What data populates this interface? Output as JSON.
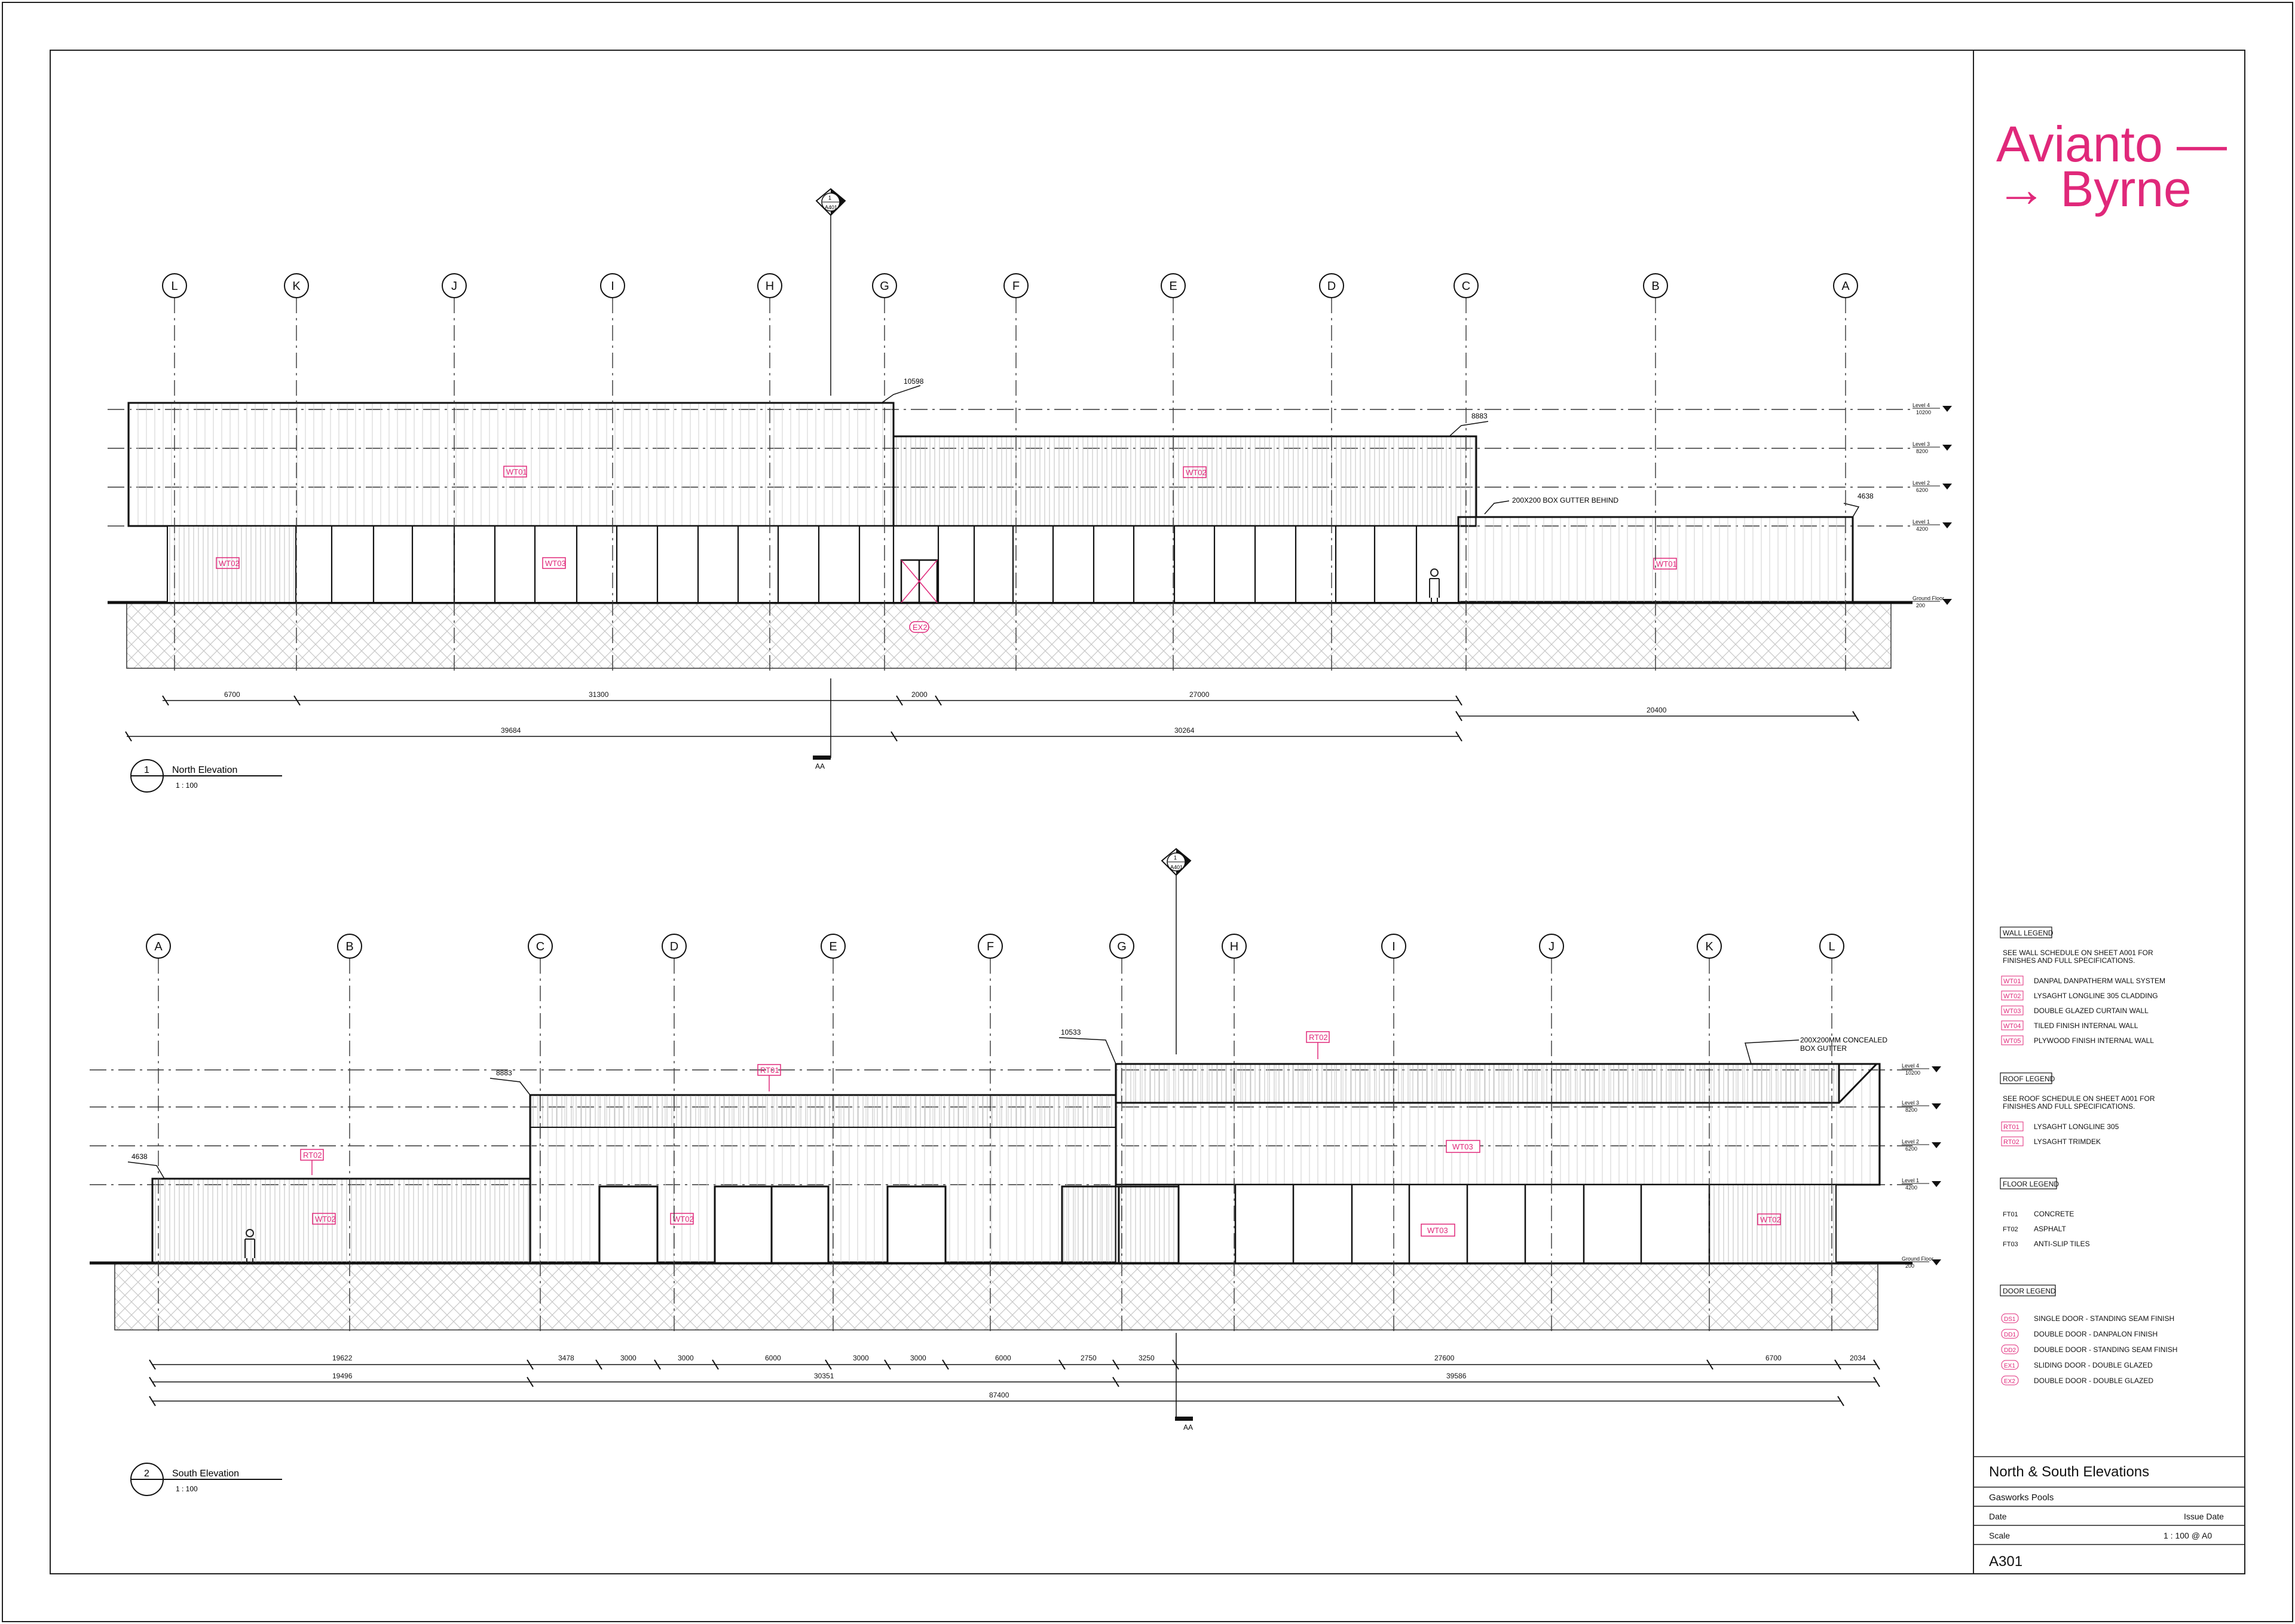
{
  "brand": {
    "line1": "Avianto —",
    "line2": "→ Byrne",
    "color": "#e0287a"
  },
  "colors": {
    "ink": "#111111",
    "tag": "#e0287a",
    "fill_light": "#f1f1f1",
    "ground": "#f6f6f6"
  },
  "grid_labels_north": [
    "L",
    "K",
    "J",
    "I",
    "H",
    "G",
    "F",
    "E",
    "D",
    "C",
    "B",
    "A"
  ],
  "grid_labels_south": [
    "A",
    "B",
    "C",
    "D",
    "E",
    "F",
    "G",
    "H",
    "I",
    "J",
    "K",
    "L"
  ],
  "section_ref": {
    "top": "1",
    "bottom": "A401"
  },
  "section_line_label": "AA",
  "levels": [
    {
      "name": "Level 4",
      "value": "10200"
    },
    {
      "name": "Level 3",
      "value": "8200"
    },
    {
      "name": "Level 2",
      "value": "6200"
    },
    {
      "name": "Level 1",
      "value": "4200"
    },
    {
      "name": "Ground Floor",
      "value": "200"
    }
  ],
  "north": {
    "view_number": "1",
    "view_title": "North Elevation",
    "view_scale": "1 : 100",
    "roof_heights": [
      "10598",
      "8883",
      "4638"
    ],
    "note_gutter": "200X200 BOX GUTTER BEHIND",
    "tags": [
      "WT01",
      "WT02",
      "WT02",
      "WT03",
      "WT01",
      "EX2"
    ],
    "dims_row1": [
      "6700",
      "31300",
      "2000",
      "27000"
    ],
    "dims_row2": [
      "39684",
      "30264",
      "20400"
    ]
  },
  "south": {
    "view_number": "2",
    "view_title": "South Elevation",
    "view_scale": "1 : 100",
    "roof_heights": [
      "10533",
      "8883",
      "4638"
    ],
    "note_gutter_1": "200X200MM CONCEALED",
    "note_gutter_2": "BOX GUTTER",
    "tags": [
      "RT02",
      "RT01",
      "RT02",
      "WT02",
      "WT02",
      "WT03",
      "WT03",
      "WT02"
    ],
    "dims_row1": [
      "19622",
      "3478",
      "3000",
      "3000",
      "6000",
      "3000",
      "3000",
      "6000",
      "2750",
      "3250",
      "27600",
      "6700",
      "2034"
    ],
    "dims_row2": [
      "19496",
      "30351",
      "39586"
    ],
    "dims_row3": [
      "87400"
    ]
  },
  "legends": {
    "wall": {
      "heading": "WALL LEGEND",
      "note_1": "SEE WALL SCHEDULE ON SHEET A001 FOR",
      "note_2": "FINISHES AND FULL SPECIFICATIONS.",
      "items": [
        {
          "tag": "WT01",
          "text": "DANPAL DANPATHERM WALL SYSTEM"
        },
        {
          "tag": "WT02",
          "text": "LYSAGHT LONGLINE 305 CLADDING"
        },
        {
          "tag": "WT03",
          "text": "DOUBLE GLAZED CURTAIN WALL"
        },
        {
          "tag": "WT04",
          "text": "TILED FINISH INTERNAL WALL"
        },
        {
          "tag": "WT05",
          "text": "PLYWOOD FINISH INTERNAL WALL"
        }
      ]
    },
    "roof": {
      "heading": "ROOF LEGEND",
      "note_1": "SEE ROOF SCHEDULE ON SHEET A001 FOR",
      "note_2": "FINISHES AND FULL SPECIFICATIONS.",
      "items": [
        {
          "tag": "RT01",
          "text": "LYSAGHT LONGLINE 305"
        },
        {
          "tag": "RT02",
          "text": "LYSAGHT TRIMDEK"
        }
      ]
    },
    "floor": {
      "heading": "FLOOR LEGEND",
      "items": [
        {
          "tag": "FT01",
          "text": "CONCRETE"
        },
        {
          "tag": "FT02",
          "text": "ASPHALT"
        },
        {
          "tag": "FT03",
          "text": "ANTI-SLIP TILES"
        }
      ]
    },
    "door": {
      "heading": "DOOR LEGEND",
      "items": [
        {
          "tag": "DS1",
          "text": "SINGLE DOOR - STANDING SEAM FINISH"
        },
        {
          "tag": "DD1",
          "text": "DOUBLE DOOR - DANPALON FINISH"
        },
        {
          "tag": "DD2",
          "text": "DOUBLE DOOR - STANDING SEAM FINISH"
        },
        {
          "tag": "EX1",
          "text": "SLIDING DOOR - DOUBLE GLAZED"
        },
        {
          "tag": "EX2",
          "text": "DOUBLE DOOR - DOUBLE GLAZED"
        }
      ]
    }
  },
  "title_block": {
    "sheet_title": "North & South Elevations",
    "project": "Gasworks Pools",
    "date_label": "Date",
    "date_value": "Issue Date",
    "scale_label": "Scale",
    "scale_value": "1 : 100 @ A0",
    "sheet_number": "A301"
  }
}
